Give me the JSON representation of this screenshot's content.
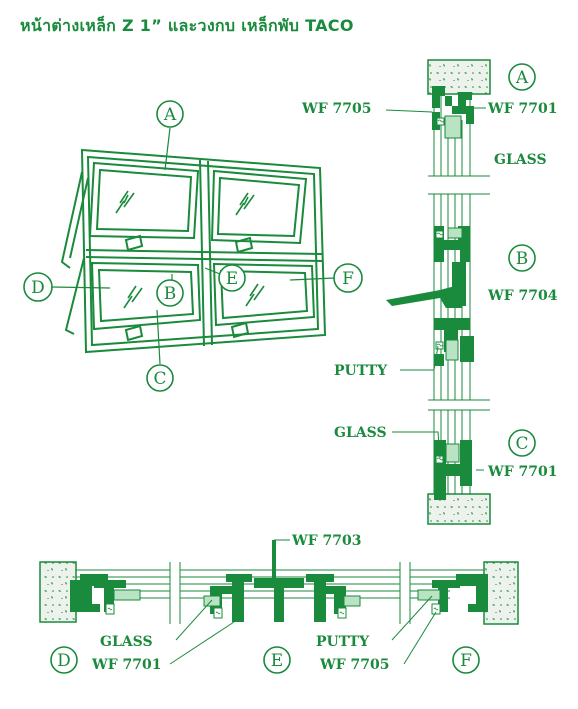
{
  "title": "หน้าต่างเหล็ก Z 1”  และวงกบ เหล็กพับ TACO",
  "colors": {
    "green": "#1a8a3c",
    "dark_green": "#0f7a35",
    "light_green": "#b9e3c3",
    "wall": "#e9eee8"
  },
  "callouts": {
    "a": "A",
    "b": "B",
    "c": "C",
    "d": "D",
    "e": "E",
    "f": "F"
  },
  "labels": {
    "wf7705": "WF 7705",
    "wf7701": "WF 7701",
    "wf7704": "WF 7704",
    "wf7703": "WF 7703",
    "glass": "GLASS",
    "putty": "PUTTY"
  },
  "icons": [
    "glass-reflection-icon",
    "putty-wave-icon"
  ]
}
